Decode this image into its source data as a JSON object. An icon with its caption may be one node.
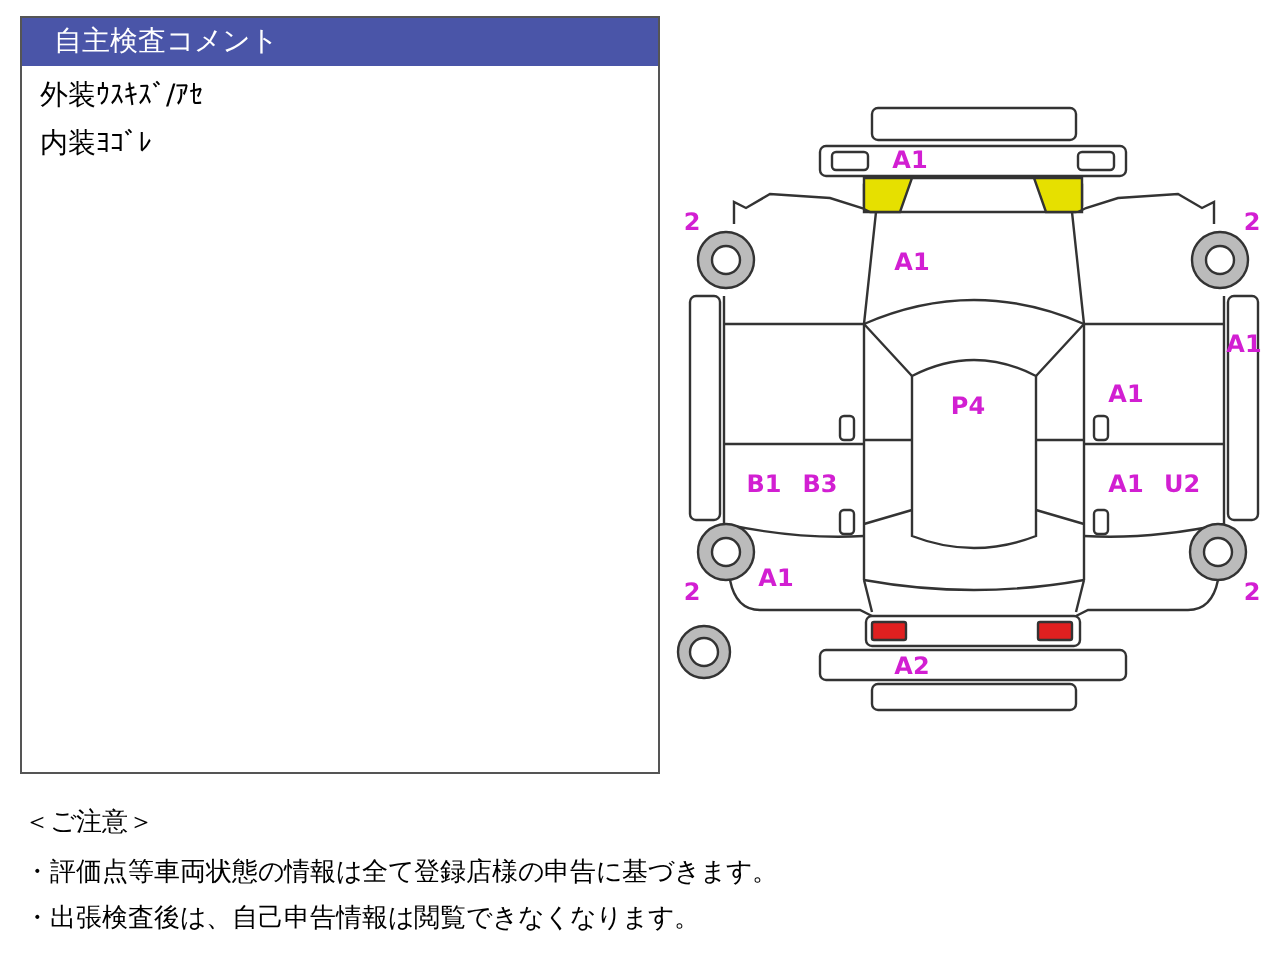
{
  "diagram": {
    "nodes": [
      {
        "text": [
          "自主検査コメント",
          "外装ｳｽｷｽﾞ/ｱｾ",
          "内装ﾖｺﾞﾚ"
        ]
      }
    ],
    "labels": [
      "A1",
      "2",
      "2",
      "A1",
      "A1",
      "A1",
      "P4",
      "B1",
      "B3",
      "A1",
      "U2",
      "A1",
      "2",
      "2",
      "A2",
      "＜ご注意＞",
      "・評価点等車両状態の情報は全て登録店様の申告に基づきます。",
      "・出張検査後は、自己申告情報は閲覧できなくなります。"
    ]
  }
}
